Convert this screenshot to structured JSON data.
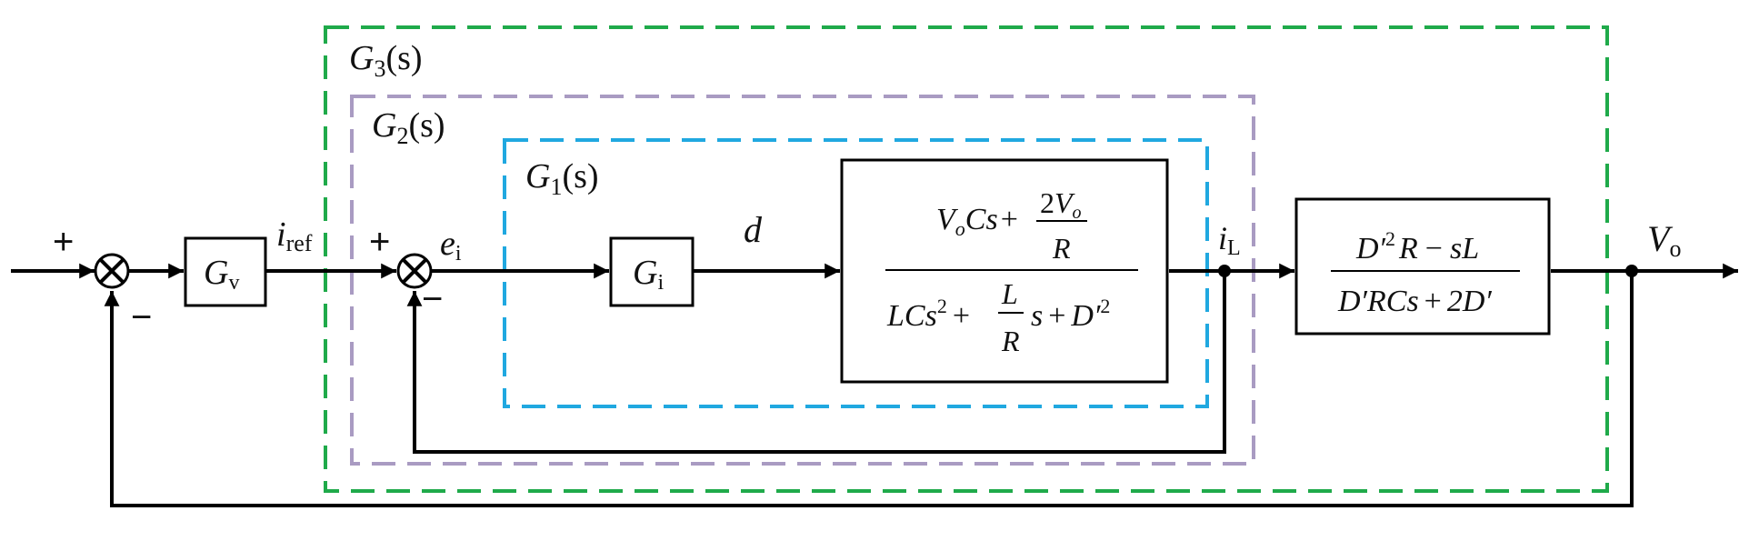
{
  "colors": {
    "g3_border": "#1faa4a",
    "g2_border": "#a99bc2",
    "g1_border": "#20a8e0",
    "group_label": "#e8432a",
    "line": "#000000"
  },
  "groups": {
    "g3": {
      "prefix": "G",
      "sub": "3",
      "suffix": "(s)"
    },
    "g2": {
      "prefix": "G",
      "sub": "2",
      "suffix": "(s)"
    },
    "g1": {
      "prefix": "G",
      "sub": "1",
      "suffix": "(s)"
    }
  },
  "signs": {
    "outer_plus": "+",
    "outer_minus": "−",
    "inner_plus": "+",
    "inner_minus": "−"
  },
  "signals": {
    "i_ref": {
      "main": "i",
      "sub": "ref"
    },
    "e_i": {
      "main": "e",
      "sub": "i"
    },
    "d": "d",
    "i_L": {
      "main": "i",
      "sub": "L"
    },
    "V_o": {
      "main": "V",
      "sub": "o"
    }
  },
  "blocks": {
    "gv": {
      "main": "G",
      "sub": "v"
    },
    "gi": {
      "main": "G",
      "sub": "i"
    },
    "plant1": {
      "num_a_main": "V",
      "num_a_sub": "o",
      "num_a_rest": "Cs",
      "num_plus": "+",
      "num_frac_top_coef": "2",
      "num_frac_top_main": "V",
      "num_frac_top_sub": "o",
      "num_frac_bottom": "R",
      "den_lcs": "LCs",
      "den_lcs_exp": "2",
      "den_plus1": "+",
      "den_frac_top": "L",
      "den_frac_bottom": "R",
      "den_s": "s",
      "den_plus2": "+",
      "den_d": "D′",
      "den_d_exp": "2"
    },
    "plant2": {
      "num_d": "D′",
      "num_d_exp": "2",
      "num_r": "R",
      "num_minus": "−",
      "num_sl": "sL",
      "den_a": "D′RCs",
      "den_plus": "+",
      "den_b": "2D′"
    }
  }
}
